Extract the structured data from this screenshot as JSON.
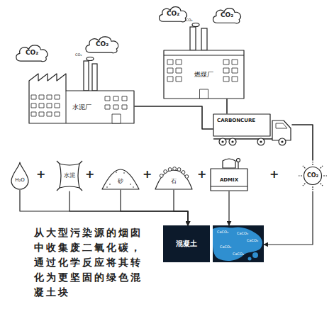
{
  "diagram": {
    "caption": "从大型污染源的烟囱中收集废二氧化碳，通过化学反应将其转化为更坚固的绿色混凝土块",
    "nodes": [
      {
        "text": [
          "CO₂"
        ]
      },
      {
        "text": [
          "CO₂"
        ]
      },
      {
        "text": [
          "CO₂"
        ]
      },
      {
        "text": [
          "CO₂"
        ]
      },
      {
        "text": [
          "水泥厂"
        ]
      },
      {
        "text": [
          "燃煤厂"
        ]
      },
      {
        "text": [
          "CARBONCURE"
        ]
      },
      {
        "text": [
          "H₂O"
        ]
      },
      {
        "text": [
          "水泥"
        ]
      },
      {
        "text": [
          "砂"
        ]
      },
      {
        "text": [
          "石"
        ]
      },
      {
        "text": [
          "ADMIX"
        ]
      },
      {
        "text": [
          "CO₂"
        ]
      },
      {
        "text": [
          "混凝土"
        ]
      },
      {
        "text": [
          "CaCO₃",
          "CaCO₃",
          "CaCO₃",
          "CaCO₃",
          "CaCO₃"
        ]
      }
    ],
    "edges": [
      {
        "from": 4,
        "to": 6,
        "arrow": "none"
      },
      {
        "from": 5,
        "to": 6,
        "arrow": "none"
      },
      {
        "from": 6,
        "to": 12,
        "arrow": "none"
      },
      {
        "from": 7,
        "to": 13,
        "arrow": "to"
      },
      {
        "from": 8,
        "to": 13,
        "arrow": "to"
      },
      {
        "from": 9,
        "to": 13,
        "arrow": "to"
      },
      {
        "from": 10,
        "to": 13,
        "arrow": "to"
      },
      {
        "from": 11,
        "to": 14,
        "arrow": "to"
      },
      {
        "from": 12,
        "to": 14,
        "arrow": "to"
      }
    ],
    "labels": [
      "CO₂",
      "CO₂",
      "+",
      "+",
      "+",
      "+",
      "+"
    ]
  }
}
